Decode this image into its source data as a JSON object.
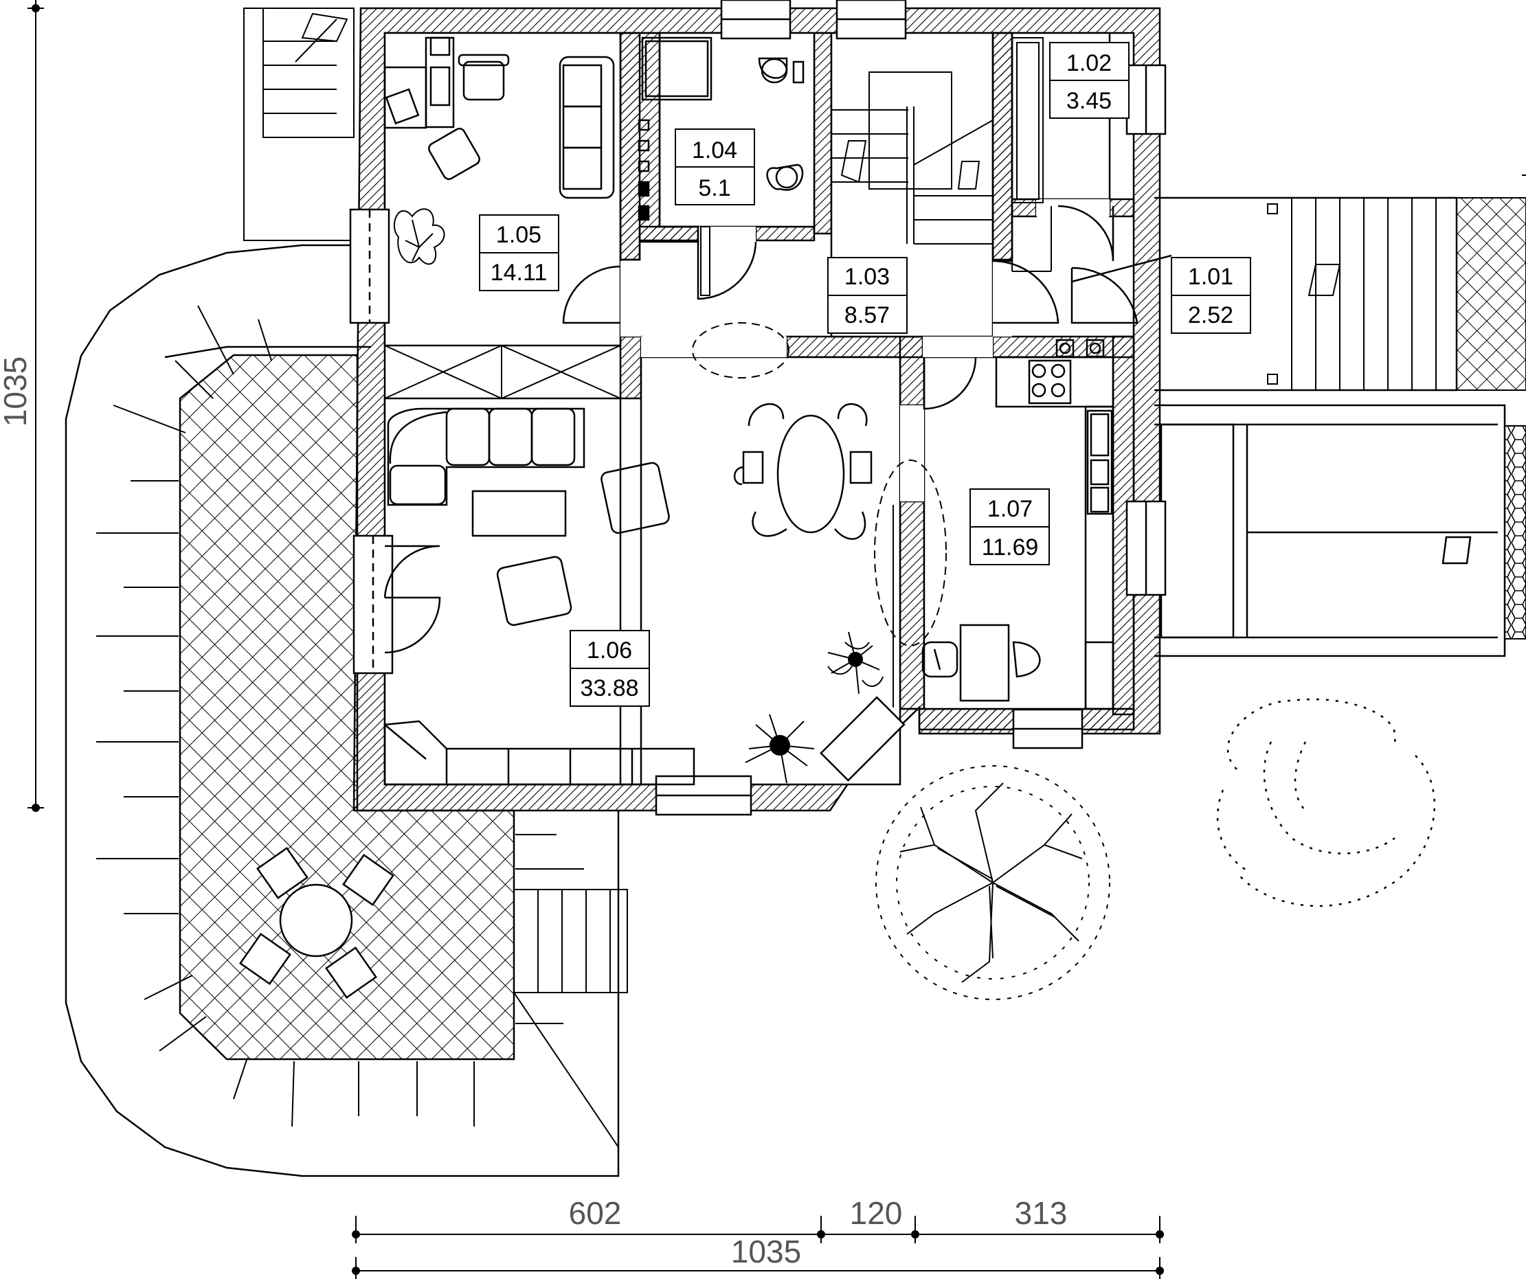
{
  "rooms": [
    {
      "id": "room-101",
      "number": "1.01",
      "area": "2.52"
    },
    {
      "id": "room-102",
      "number": "1.02",
      "area": "3.45"
    },
    {
      "id": "room-103",
      "number": "1.03",
      "area": "8.57"
    },
    {
      "id": "room-104",
      "number": "1.04",
      "area": "5.1"
    },
    {
      "id": "room-105",
      "number": "1.05",
      "area": "14.11"
    },
    {
      "id": "room-106",
      "number": "1.06",
      "area": "33.88"
    },
    {
      "id": "room-107",
      "number": "1.07",
      "area": "11.69"
    }
  ],
  "dimensions": {
    "vertical_total": "1035",
    "seg_1": "602",
    "seg_2": "120",
    "seg_3": "313",
    "horizontal_total": "1035"
  },
  "colors": {
    "line": "#000000",
    "dim_text": "#555555",
    "background": "#ffffff"
  }
}
